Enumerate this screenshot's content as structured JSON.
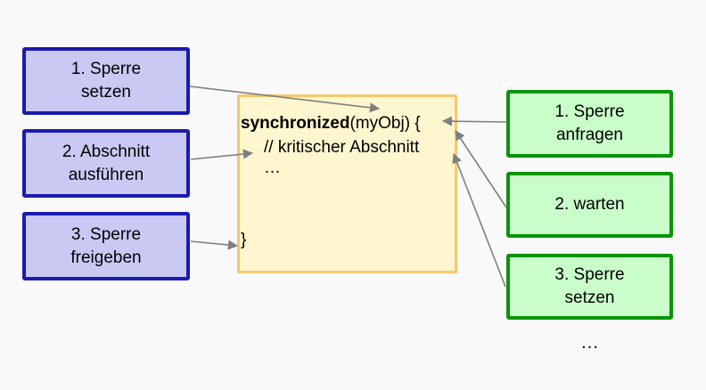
{
  "left_column": {
    "boxes": [
      {
        "lines": [
          "1. Sperre",
          "setzen"
        ]
      },
      {
        "lines": [
          "2. Abschnitt",
          "ausführen"
        ]
      },
      {
        "lines": [
          "3. Sperre",
          "freigeben"
        ]
      }
    ]
  },
  "right_column": {
    "boxes": [
      {
        "lines": [
          "1. Sperre",
          "anfragen"
        ]
      },
      {
        "lines": [
          "2. warten"
        ]
      },
      {
        "lines": [
          "3. Sperre",
          "setzen"
        ]
      }
    ],
    "ellipsis": "…"
  },
  "code_box": {
    "keyword": "synchronized",
    "signature_rest": "(myObj) {",
    "comment": "// kritischer Abschnitt",
    "ellipsis": "…",
    "closing_brace": "}"
  },
  "colors": {
    "background": "#f9f9fa",
    "left_box_fill": "#c9c9f4",
    "left_box_border": "#1b1baf",
    "right_box_fill": "#c9fdc9",
    "right_box_border": "#0b930b",
    "code_box_fill": "#fdf6cf",
    "code_box_border": "#f6c76f",
    "arrow": "#7f7f7f",
    "text": "#000000"
  }
}
